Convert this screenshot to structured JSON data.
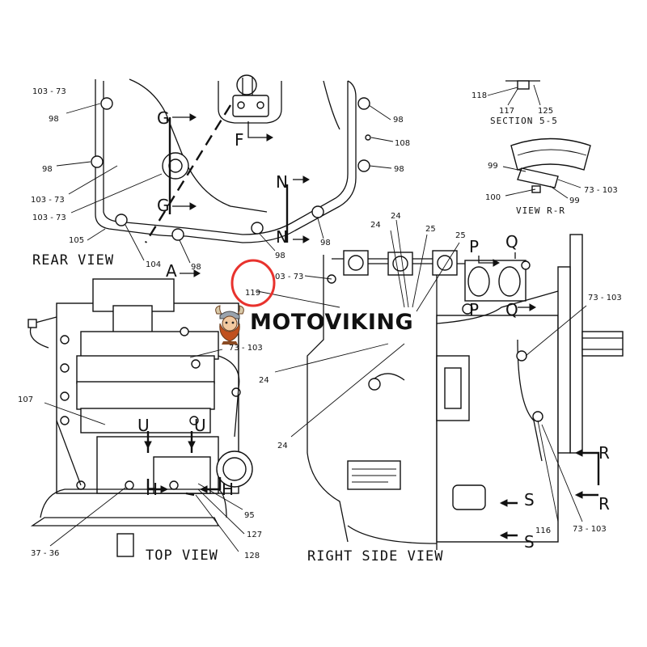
{
  "brand": {
    "name": "MOTOVIKING",
    "accent": "#e8322d"
  },
  "views": {
    "rear": "REAR VIEW",
    "top": "TOP VIEW",
    "right_side": "RIGHT SIDE VIEW",
    "section": "SECTION 5-5",
    "view_rr": "VIEW R-R"
  },
  "section_markers": {
    "G": "G",
    "F": "F",
    "N": "N",
    "A": "A",
    "P": "P",
    "Q": "Q",
    "U": "U",
    "H": "H",
    "R": "R",
    "S": "S"
  },
  "callouts": {
    "c103_73": "103 - 73",
    "c73_103": "73 - 103",
    "c03_73": "03 - 73",
    "c98": "98",
    "c105": "105",
    "c104": "104",
    "c108": "108",
    "c118": "118",
    "c117": "117",
    "c125": "125",
    "c99": "99",
    "c100": "100",
    "c24": "24",
    "c25": "25",
    "c119": "119",
    "c107": "107",
    "c95": "95",
    "c127": "127",
    "c128": "128",
    "c37_36": "37 - 36",
    "c116": "116"
  },
  "highlight": {
    "color": "#e8322d",
    "target": "119"
  }
}
